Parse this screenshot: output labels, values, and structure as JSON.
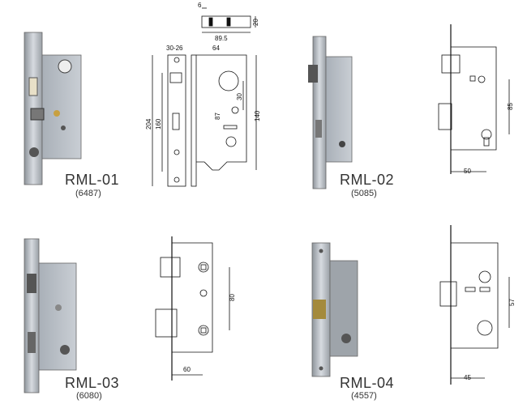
{
  "products": [
    {
      "model": "RML-01",
      "code": "(6487)"
    },
    {
      "model": "RML-02",
      "code": "(5085)"
    },
    {
      "model": "RML-03",
      "code": "(6080)"
    },
    {
      "model": "RML-04",
      "code": "(4557)"
    }
  ],
  "drawings": {
    "d1": {
      "top_6": "6",
      "top_20": "20",
      "top_89_5": "89.5",
      "w_64": "64",
      "w_30_26": "30-26",
      "h_204": "204",
      "h_160": "160",
      "h_30": "30",
      "h_87": "87",
      "h_140": "140"
    },
    "d2": {
      "h_85": "85",
      "w_50": "50"
    },
    "d3": {
      "h_80": "80",
      "w_60": "60"
    },
    "d4": {
      "h_57": "57",
      "w_45": "45"
    }
  }
}
